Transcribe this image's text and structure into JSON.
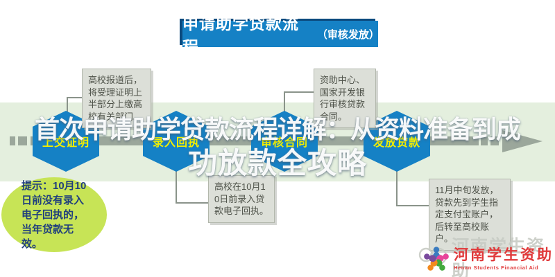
{
  "title": {
    "main": "申请助学贷款流程",
    "sub": "（审核发放）"
  },
  "watermark": {
    "line1": "首次申请助学贷款流程详解：从资料准备到成",
    "line2": "功放款全攻略"
  },
  "stages": [
    {
      "label": "上交证明"
    },
    {
      "label": "录入回执"
    },
    {
      "label": "审核合同"
    },
    {
      "label": "发放贷款"
    }
  ],
  "callouts": {
    "top_left": "高校报道后，将受理证明上半部分上缴高校有关部门。",
    "top_right": "资助中心、国家开发银行审核贷款合同。",
    "bottom_middle": "高校在10月10日前录入贷款电子回执。",
    "bottom_right": "11月中旬发放，贷款先到学生指定支付宝账户，后转至高校账户。",
    "tip": "提示：10月10日前没有录入电子回执的，当年贷款无效。"
  },
  "brand": {
    "watermark_text": "河南学生资助",
    "name_cn": "河南学生资助",
    "name_en": "Henan Students Financial Aid"
  },
  "icons": {
    "timeline_end": "arrow-right-icon",
    "brand": "people-circle-icon",
    "brand_watermark": "speech-bubbles-icon"
  },
  "colors": {
    "accent_blue": "#1581c5",
    "stage_label_yellow": "#f3ef00",
    "timeline_gray": "#9ba79b",
    "callout_bg": "#dcdfd8",
    "band_green": "#e4efde",
    "tip_bg": "#c7e456",
    "tip_text": "#203f7d",
    "brand_red": "#e0393a"
  }
}
